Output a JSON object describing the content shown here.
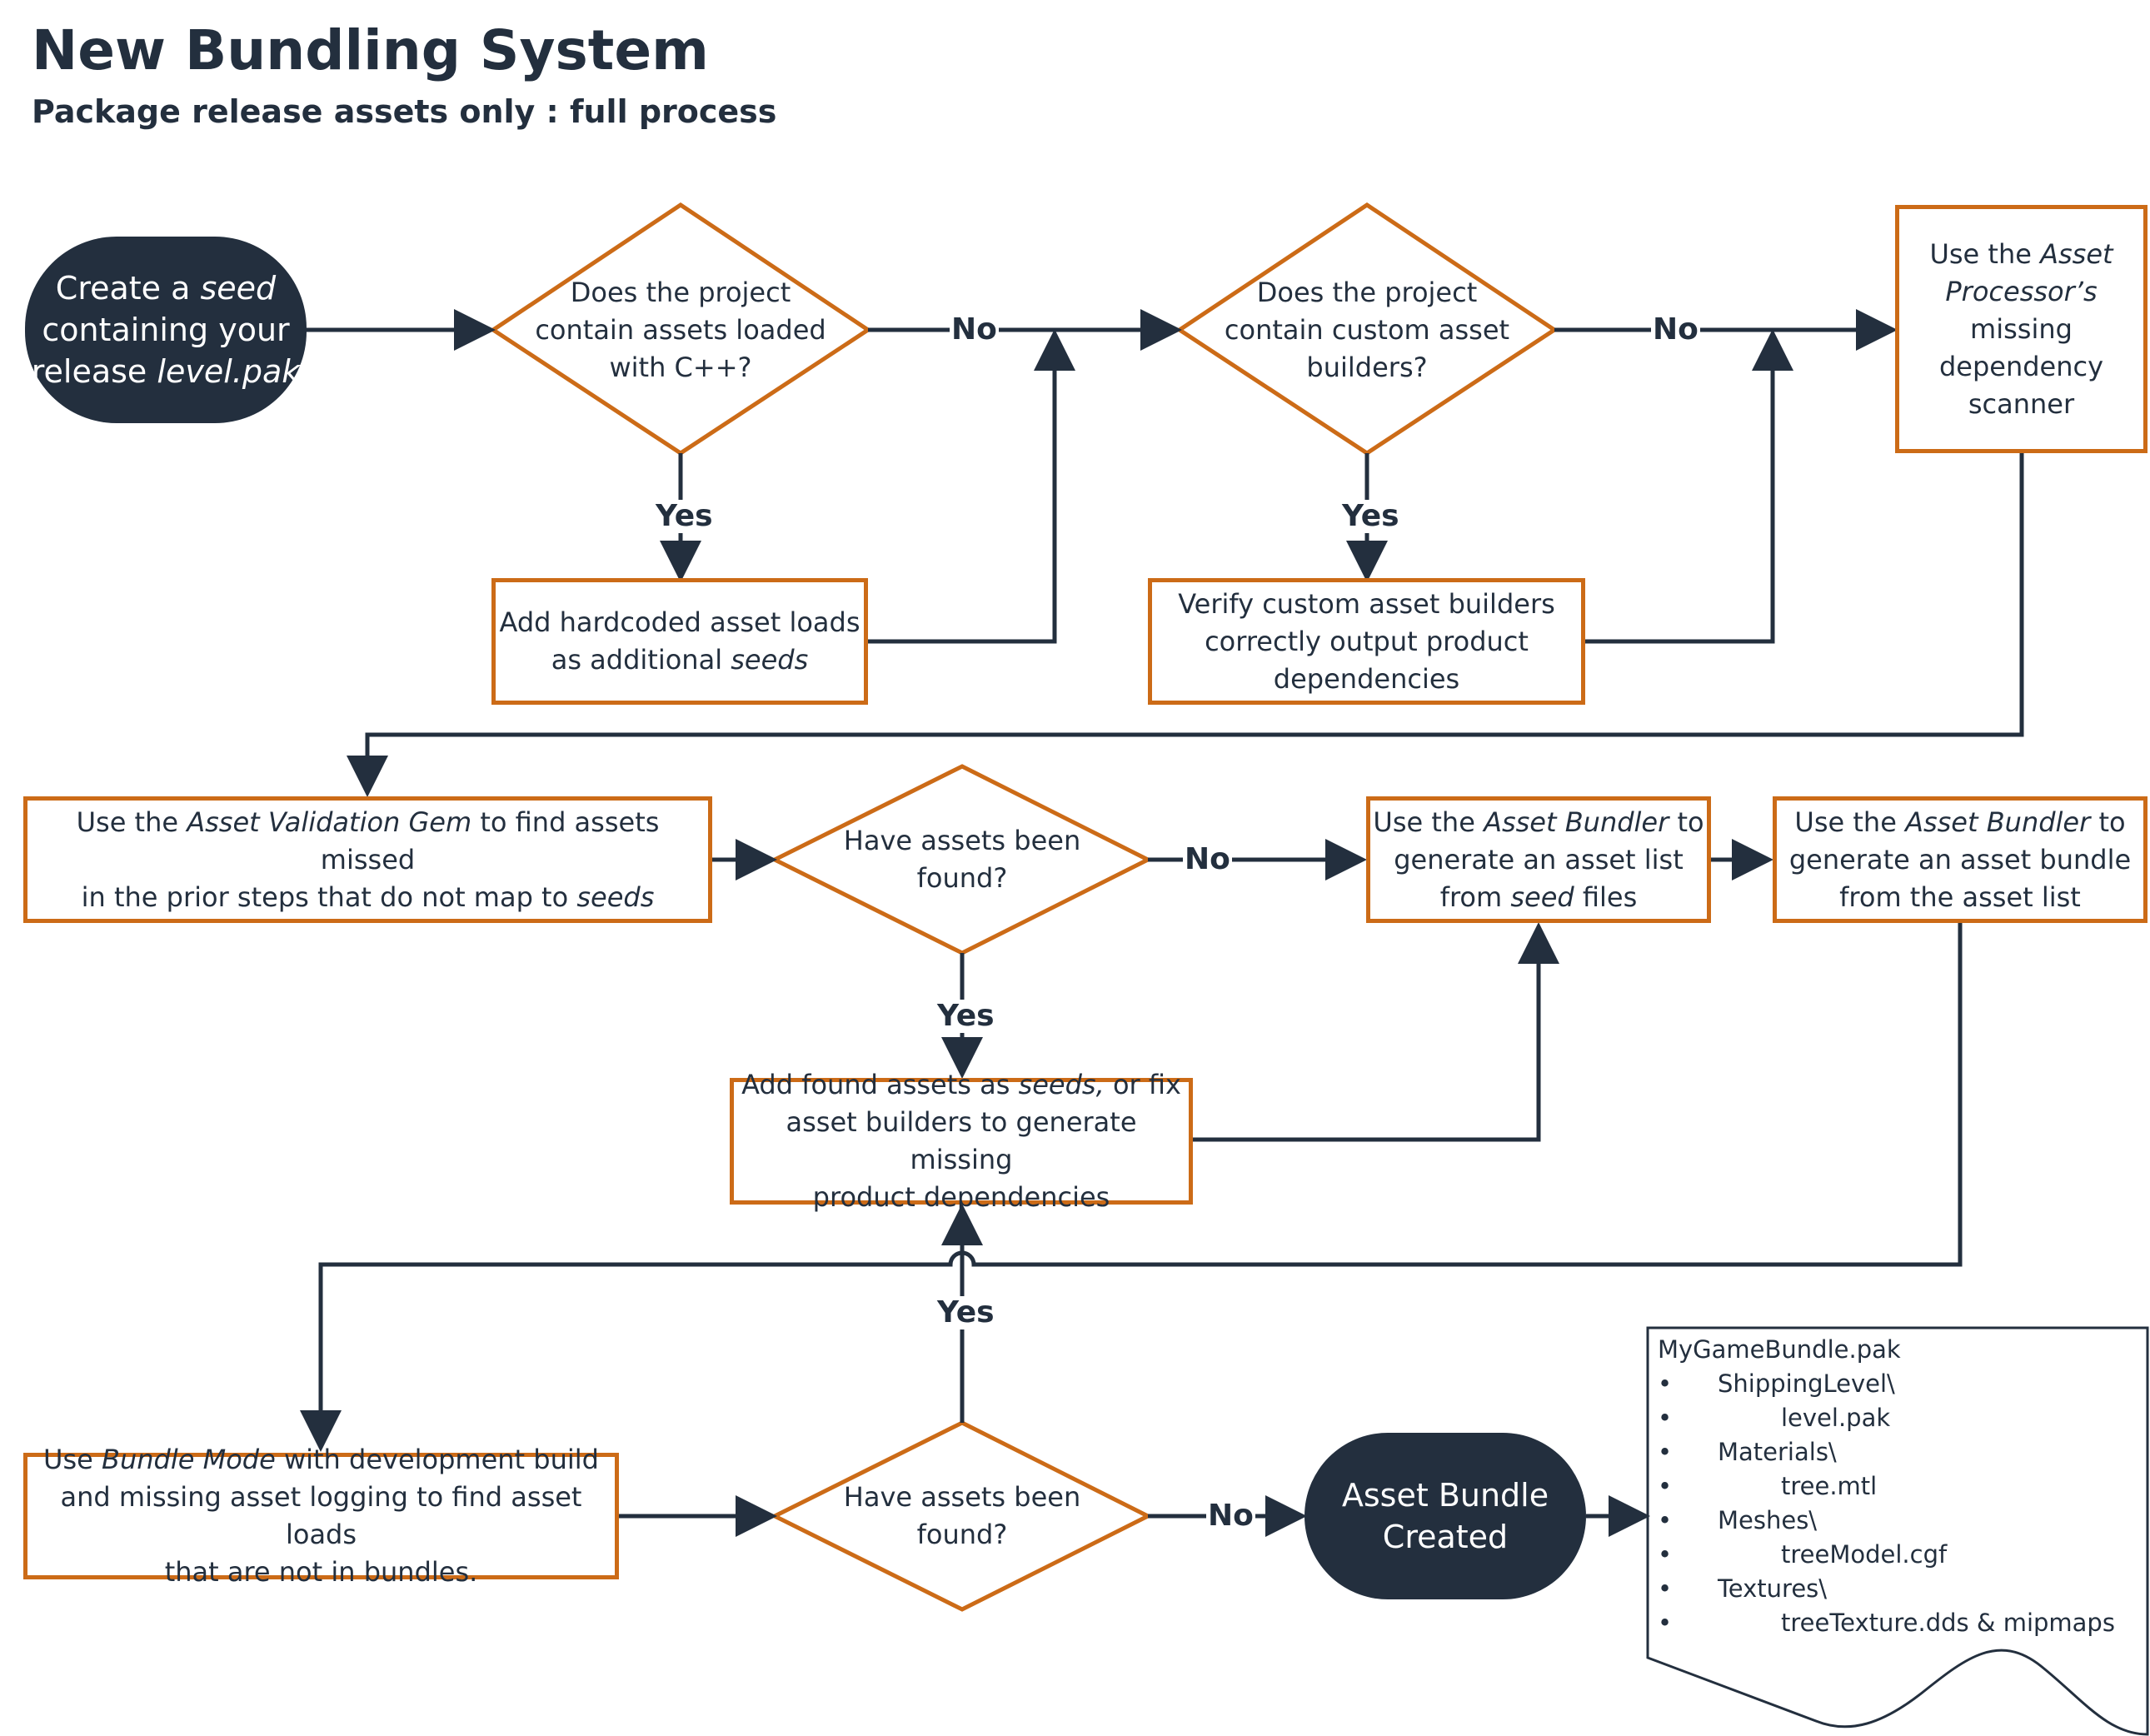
{
  "title": "New Bundling System",
  "subtitle": "Package release assets only : full process",
  "colors": {
    "accent": "#cc6b17",
    "dark": "#232f3e",
    "line": "#232f3e"
  },
  "nodes": {
    "start": [
      "Create a ",
      {
        "i": "seed"
      },
      "<br>containing your<br>release ",
      {
        "i": "level.pak"
      }
    ],
    "q_cpp": "Does the project<br>contain assets loaded<br>with C++?",
    "add_hardcoded": [
      "Add hardcoded asset loads<br>as additional ",
      {
        "i": "seeds"
      }
    ],
    "q_custom": "Does the project<br>contain custom asset<br>builders?",
    "verify_builders": "Verify custom asset builders<br>correctly output product<br>dependencies",
    "ap_scanner": [
      "Use the ",
      {
        "i": "Asset"
      },
      "<br>",
      {
        "i": "Processor’s"
      },
      "<br>missing<br>dependency<br>scanner"
    ],
    "validation_gem": [
      "Use the ",
      {
        "i": "Asset Validation Gem"
      },
      " to find assets missed<br>in the prior steps that do not map to ",
      {
        "i": "seeds"
      }
    ],
    "q_found1": "Have assets been<br>found?",
    "gen_list": [
      "Use the ",
      {
        "i": "Asset Bundler"
      },
      " to<br>generate an asset list<br>from ",
      {
        "i": "seed"
      },
      " files"
    ],
    "gen_bundle": [
      "Use the ",
      {
        "i": "Asset Bundler"
      },
      " to<br>generate an asset bundle<br>from the asset list"
    ],
    "add_found": [
      "Add found assets as ",
      {
        "i": "seeds,"
      },
      " or fix<br>asset builders to generate missing<br>product dependencies"
    ],
    "bundle_mode": [
      "Use ",
      {
        "i": "Bundle Mode"
      },
      " with development build<br>and missing asset logging to find asset loads<br>that are not in bundles."
    ],
    "q_found2": "Have assets been<br>found?",
    "end": "Asset Bundle<br>Created"
  },
  "labels": {
    "no1": "No",
    "no2": "No",
    "no3": "No",
    "no4": "No",
    "yes1": "Yes",
    "yes2": "Yes",
    "yes3": "Yes",
    "yes4": "Yes"
  },
  "document": {
    "title": "MyGameBundle.pak",
    "items": [
      {
        "text": "ShippingLevel\\",
        "level": 1
      },
      {
        "text": "level.pak",
        "level": 2
      },
      {
        "text": "Materials\\",
        "level": 1
      },
      {
        "text": "tree.mtl",
        "level": 2
      },
      {
        "text": "Meshes\\",
        "level": 1
      },
      {
        "text": "treeModel.cgf",
        "level": 2
      },
      {
        "text": "Textures\\",
        "level": 1
      },
      {
        "text": "treeTexture.dds & mipmaps",
        "level": 2
      }
    ]
  }
}
